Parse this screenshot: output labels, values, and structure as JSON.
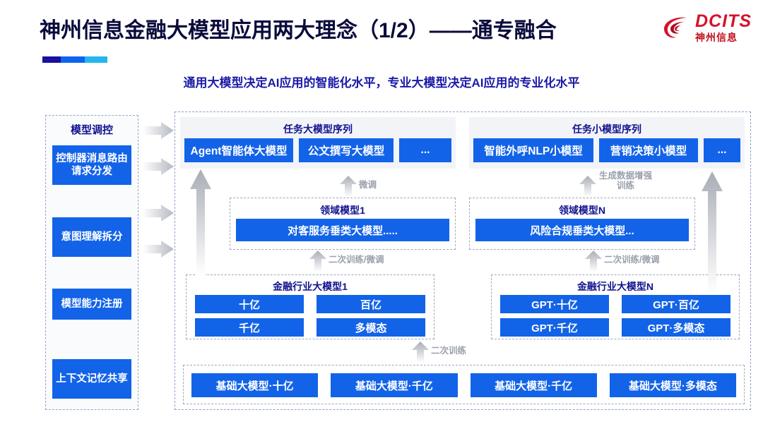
{
  "header": {
    "title": "神州信息金融大模型应用两大理念（1/2）——通专融合",
    "subtitle": "通用大模型决定AI应用的智能化水平，专业大模型决定AI应用的专业化水平",
    "logo_en": "DCITS",
    "logo_cn": "神州信息",
    "accent_colors": [
      "#1a0f9e",
      "#0e63f0",
      "#24b6ee"
    ],
    "brand_red": "#d6122c",
    "title_color": "#0a0a3c",
    "subtitle_color": "#1a1aa8"
  },
  "theme": {
    "box_blue": "#1263e8",
    "band_gray": "#f2f4f8",
    "dashed_border": "#a0a9bd",
    "label_gray": "#9aa0ab"
  },
  "left_column": {
    "title": "模型调控",
    "items": [
      {
        "label": "控制器消息路由请求分发"
      },
      {
        "label": "意图理解拆分"
      },
      {
        "label": "模型能力注册"
      },
      {
        "label": "上下文记忆共享"
      }
    ]
  },
  "task_sequences": [
    {
      "title": "任务大模型序列",
      "chips": [
        "Agent智能体大模型",
        "公文撰写大模型",
        "..."
      ]
    },
    {
      "title": "任务小模型序列",
      "chips": [
        "智能外呼NLP小模型",
        "营销决策小模型",
        "..."
      ]
    }
  ],
  "domain_models": [
    {
      "title": "领域模型1",
      "chip": "对客服务垂类大模型....."
    },
    {
      "title": "领域模型N",
      "chip": "风险合规垂类大模型..."
    }
  ],
  "industry_models": [
    {
      "title": "金融行业大模型1",
      "chips": [
        "十亿",
        "百亿",
        "千亿",
        "多模态"
      ]
    },
    {
      "title": "金融行业大模型N",
      "chips": [
        "GPT·十亿",
        "GPT·百亿",
        "GPT·千亿",
        "GPT·多模态"
      ]
    }
  ],
  "base_models": {
    "chips": [
      "基础大模型·十亿",
      "基础大模型·千亿",
      "基础大模型·千亿",
      "基础大模型·多模态"
    ]
  },
  "arrow_labels": {
    "finetune": "微调",
    "data_augment": "生成数据增强\n训练",
    "retrain_finetune_left": "二次训练/微调",
    "retrain_finetune_right": "二次训练/微调",
    "retrain": "二次训练"
  }
}
